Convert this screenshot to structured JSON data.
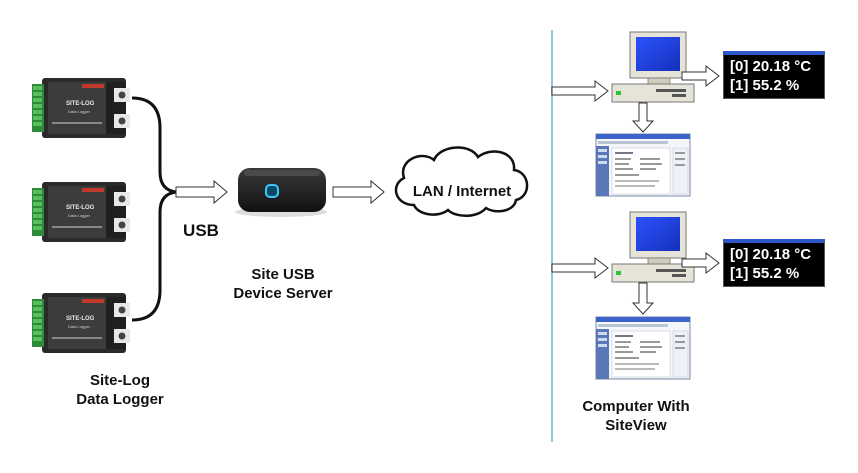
{
  "labels": {
    "usb": "USB",
    "device_server": [
      "Site USB",
      "Device Server"
    ],
    "network": "LAN / Internet",
    "data_logger": [
      "Site-Log",
      "Data Logger"
    ],
    "computer": [
      "Computer With",
      "SiteView"
    ]
  },
  "logger_face": {
    "brand": "SITE-LOG",
    "subtitle": "Data Logger"
  },
  "readouts": [
    {
      "channels": [
        "[0] 20.18 °C",
        "[1] 55.2 %"
      ]
    },
    {
      "channels": [
        "[0] 20.18 °C",
        "[1] 55.2 %"
      ]
    }
  ],
  "colors": {
    "divider": "#8fc6da",
    "readout_bg": "#000000",
    "monitor_screen": "#1f3fe0",
    "led": "#3ac8ff"
  }
}
